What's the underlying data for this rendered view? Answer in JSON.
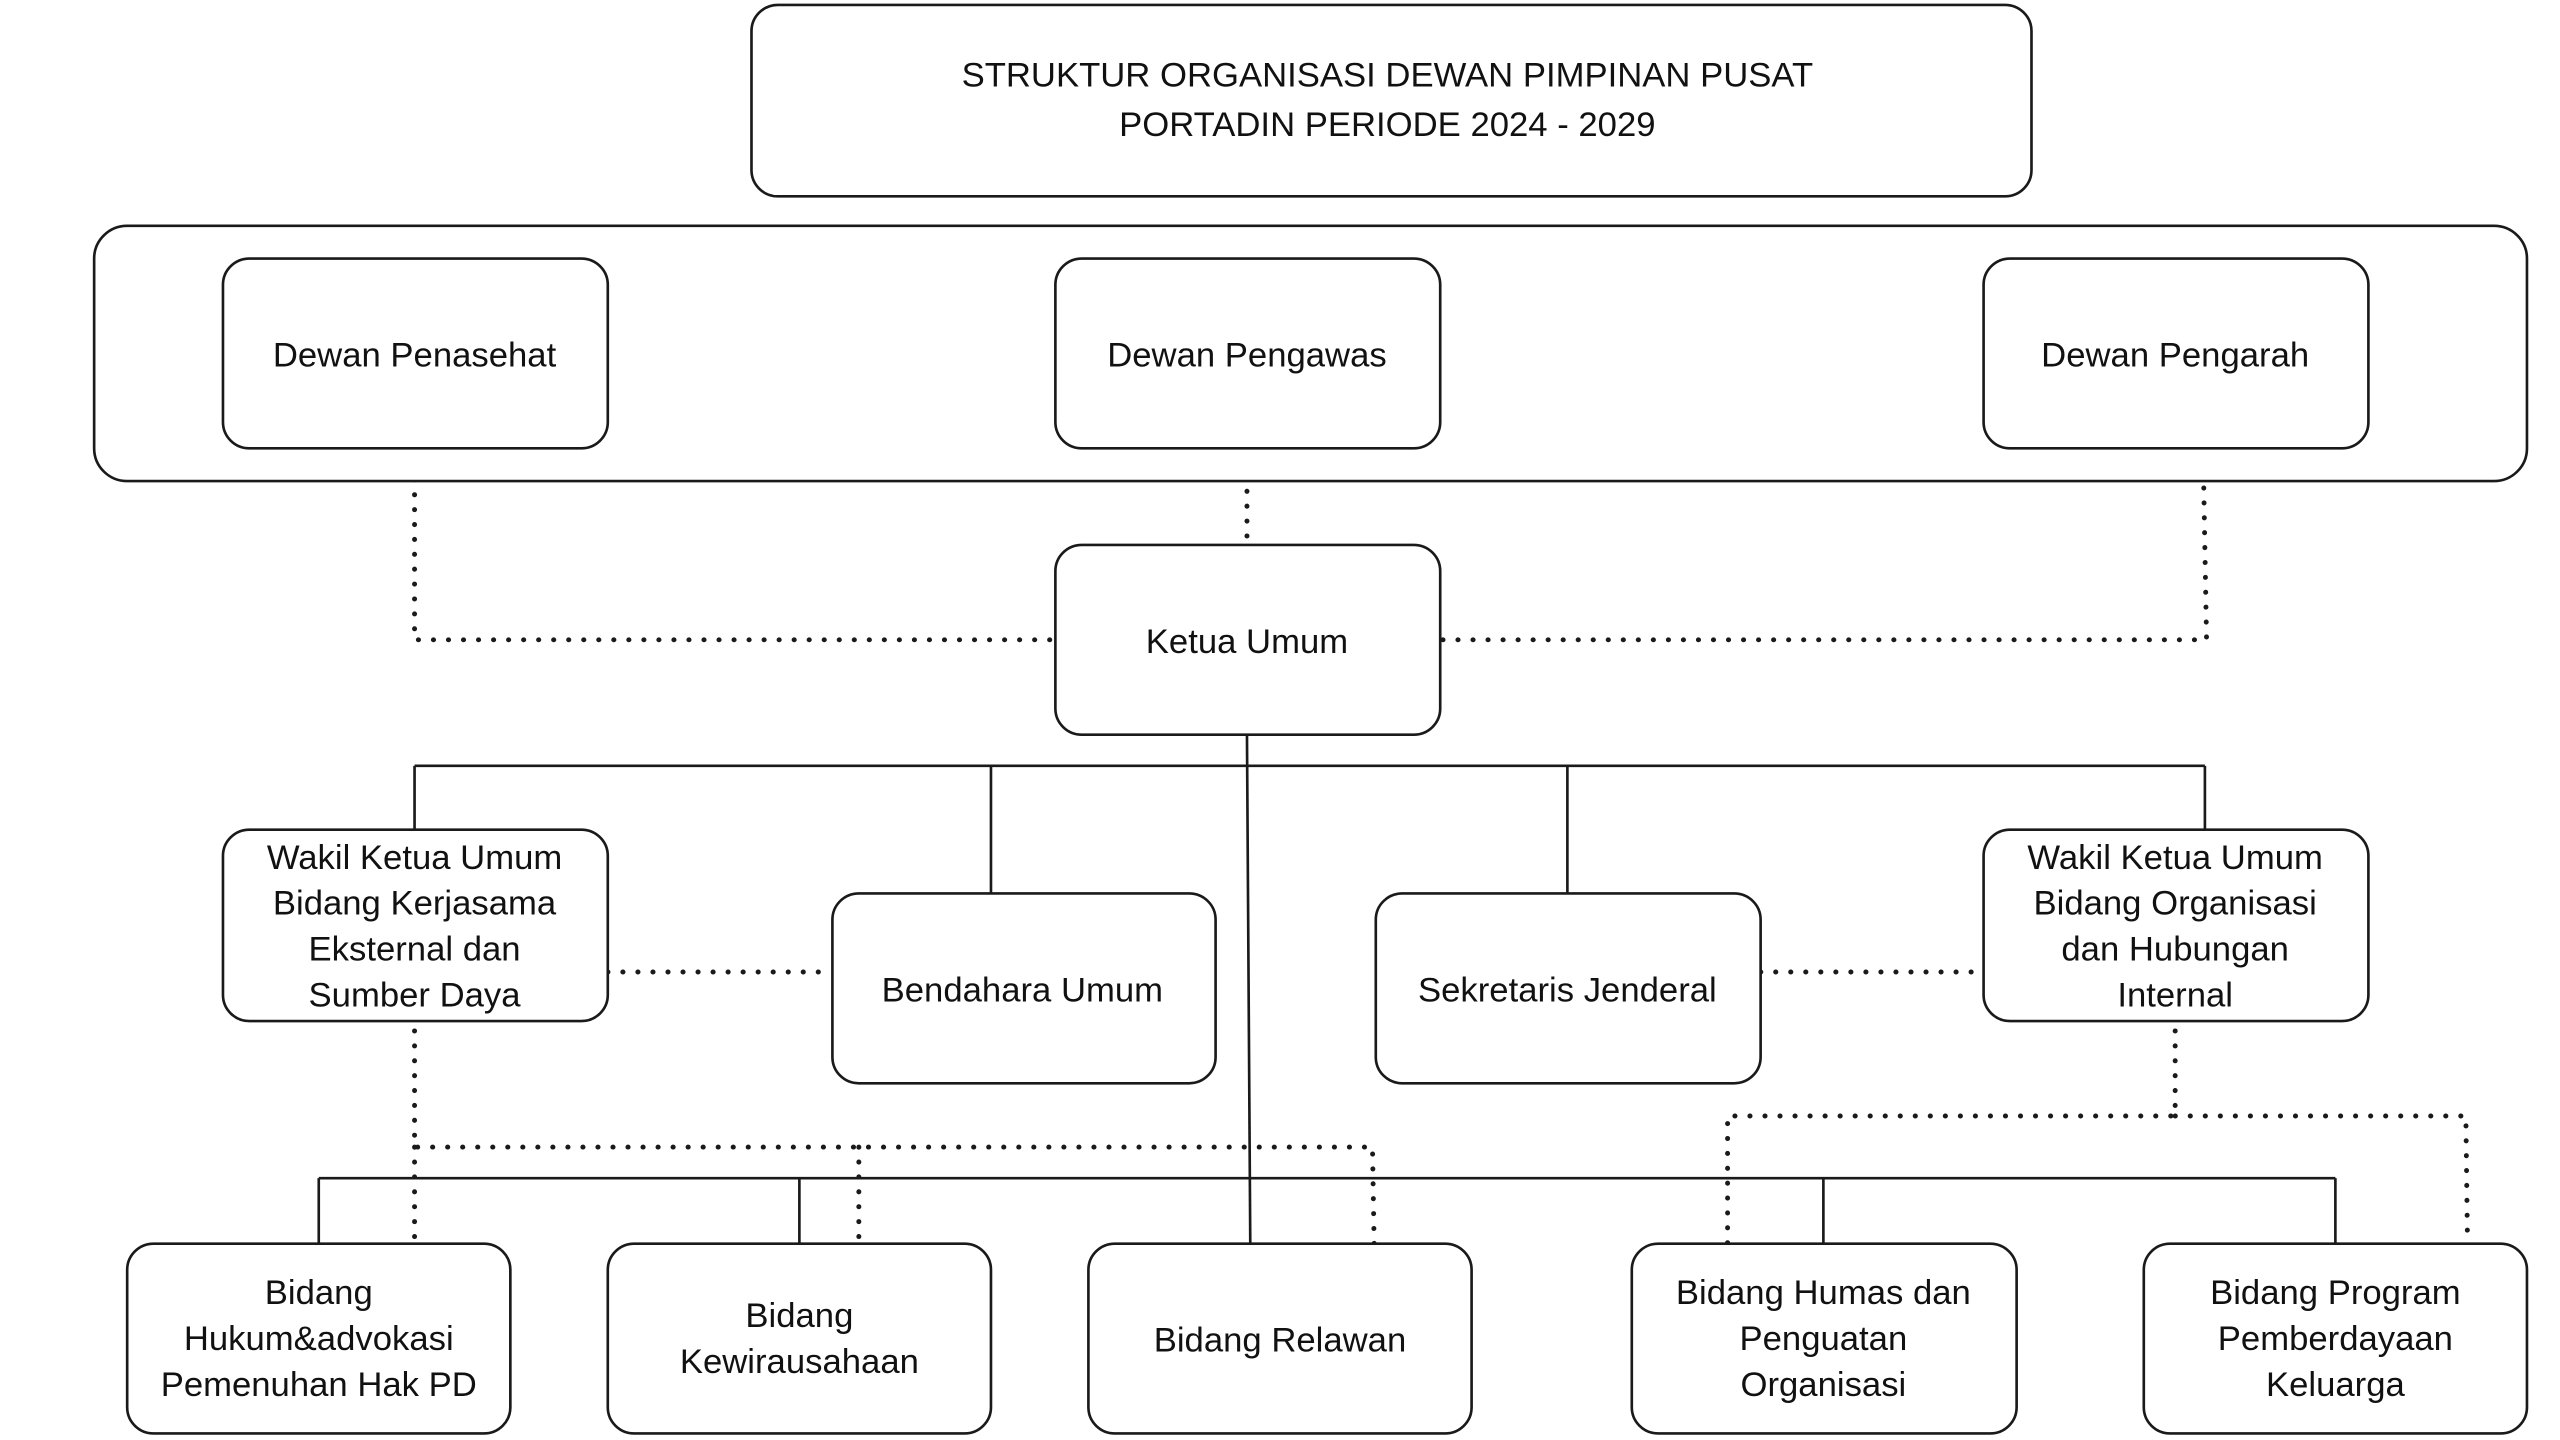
{
  "title": {
    "line1": "STRUKTUR ORGANISASI DEWAN PIMPINAN PUSAT",
    "line2": "PORTADIN PERIODE 2024 - 2029"
  },
  "councils": [
    {
      "lines": [
        "Dewan Penasehat"
      ]
    },
    {
      "lines": [
        "Dewan Pengawas"
      ]
    },
    {
      "lines": [
        "Dewan Pengarah"
      ]
    }
  ],
  "chair": {
    "lines": [
      "Ketua Umum"
    ]
  },
  "second_tier": [
    {
      "lines": [
        "Wakil Ketua Umum",
        "Bidang Kerjasama",
        "Eksternal dan",
        "Sumber Daya"
      ]
    },
    {
      "lines": [
        "Bendahara Umum"
      ]
    },
    {
      "lines": [
        "Sekretaris Jenderal"
      ]
    },
    {
      "lines": [
        "Wakil Ketua Umum",
        "Bidang Organisasi",
        "dan Hubungan",
        "Internal"
      ]
    }
  ],
  "divisions": [
    {
      "lines": [
        "Bidang",
        "Hukum&advokasi",
        "Pemenuhan Hak PD"
      ]
    },
    {
      "lines": [
        "Bidang",
        "Kewirausahaan"
      ]
    },
    {
      "lines": [
        "Bidang Relawan"
      ]
    },
    {
      "lines": [
        "Bidang Humas dan",
        "Penguatan",
        "Organisasi"
      ]
    },
    {
      "lines": [
        "Bidang Program",
        "Pemberdayaan",
        "Keluarga"
      ]
    }
  ],
  "relations": {
    "advisory_to_chair": [
      "Dewan Penasehat",
      "Dewan Pengawas",
      "Dewan Pengarah"
    ],
    "chair_direct_reports": [
      "Wakil Ketua Umum Bidang Kerjasama Eksternal dan Sumber Daya",
      "Bendahara Umum",
      "Sekretaris Jenderal",
      "Wakil Ketua Umum Bidang Organisasi dan Hubungan Internal"
    ],
    "coordination_left": [
      "Bidang Hukum&advokasi Pemenuhan Hak PD",
      "Bidang Kewirausahaan",
      "Bidang Relawan"
    ],
    "coordination_right": [
      "Bidang Humas dan Penguatan Organisasi",
      "Bidang Program Pemberdayaan Keluarga"
    ]
  }
}
